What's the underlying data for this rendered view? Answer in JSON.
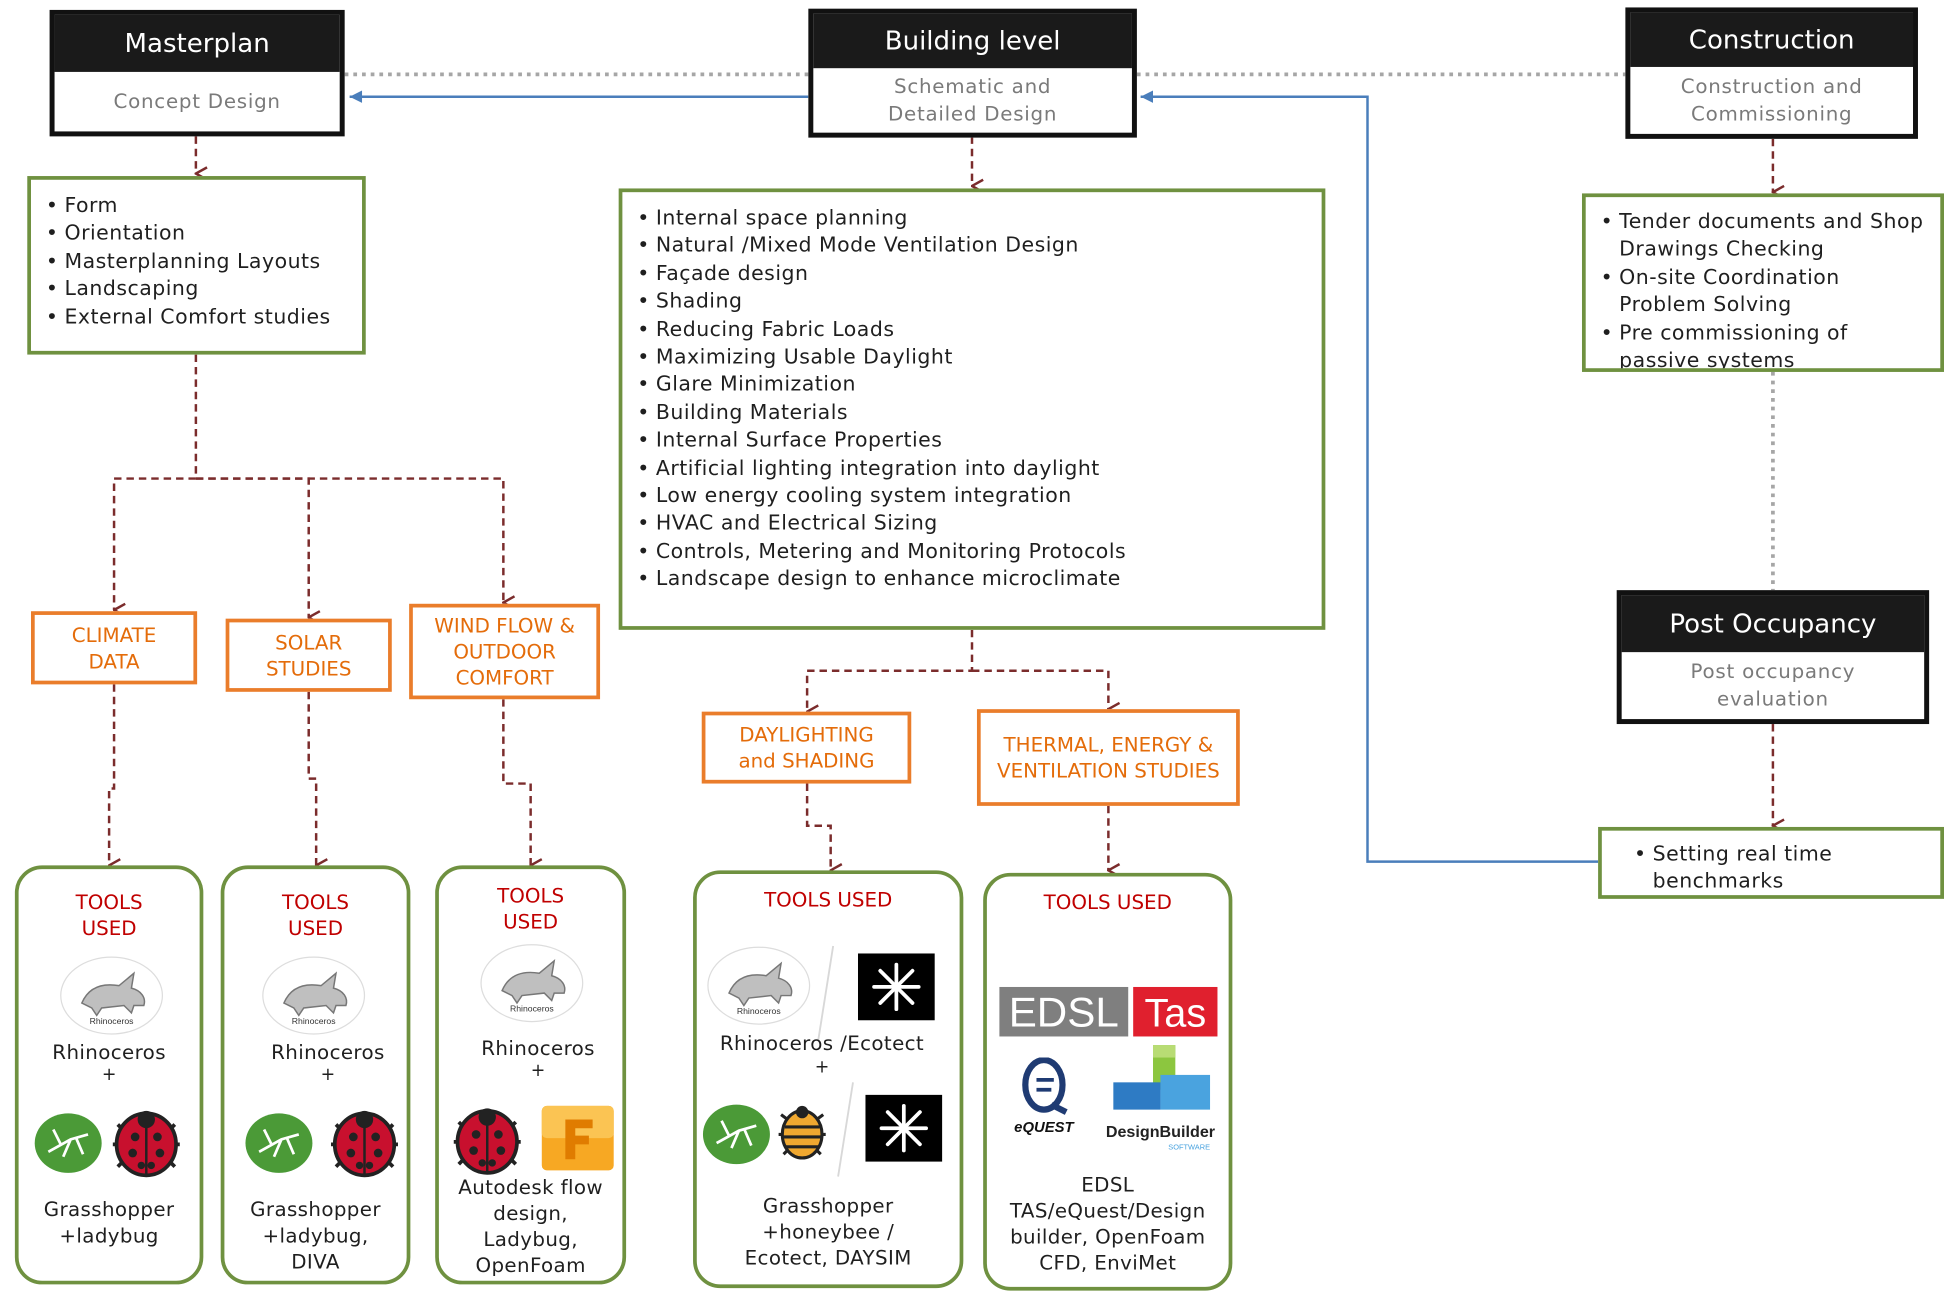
{
  "stages": {
    "masterplan": {
      "title": "Masterplan",
      "sub": "Concept Design"
    },
    "building": {
      "title": "Building level",
      "sub": "Schematic and Detailed Design"
    },
    "construction": {
      "title": "Construction",
      "sub": "Construction and Commissioning"
    },
    "post": {
      "title": "Post Occupancy",
      "sub": "Post occupancy evaluation"
    }
  },
  "lists": {
    "masterplan": [
      "Form",
      "Orientation",
      "Masterplanning Layouts",
      "Landscaping",
      "External Comfort studies"
    ],
    "building": [
      "Internal space planning",
      "Natural /Mixed Mode Ventilation Design",
      "Façade design",
      "Shading",
      "Reducing Fabric Loads",
      "Maximizing Usable Daylight",
      "Glare Minimization",
      "Building Materials",
      "Internal Surface Properties",
      "Artificial lighting integration into daylight",
      "Low energy cooling system integration",
      "HVAC and Electrical Sizing",
      "Controls, Metering and Monitoring Protocols",
      "Landscape design to enhance microclimate"
    ],
    "construction": [
      "Tender documents and Shop Drawings Checking",
      "On-site Coordination Problem Solving",
      "Pre commissioning of passive systems"
    ],
    "post": [
      "Setting real time benchmarks"
    ]
  },
  "studies": {
    "climate": "CLIMATE DATA",
    "solar": "SOLAR STUDIES",
    "wind": "WIND FLOW & OUTDOOR COMFORT",
    "daylight": "DAYLIGHTING and SHADING",
    "thermal": "THERMAL, ENERGY & VENTILATION STUDIES"
  },
  "tools": {
    "heading_two_line": "TOOLS USED",
    "heading_one_line": "TOOLS USED",
    "plus": "+",
    "rhino_label": "Rhinoceros",
    "rhino_logo_text": "Rhinoceros",
    "t1_text": "Grasshopper +ladybug",
    "t2_text": "Grasshopper +ladybug, DIVA",
    "t3_text": "Autodesk flow design, Ladybug, OpenFoam",
    "t4_top": "Rhinoceros /Ecotect",
    "t4_text": "Grasshopper +honeybee / Ecotect, DAYSIM",
    "t5_text": "EDSL TAS/eQuest/Design builder, OpenFoam CFD, EnviMet",
    "edsl_logo": "EDSL",
    "tas_logo": "Tas",
    "equest_logo": "eQUEST",
    "designbuilder_logo": "DesignBuilder",
    "designbuilder_sub": "SOFTWARE"
  },
  "colors": {
    "green_border": "#6f9140",
    "orange_border": "#ea7d2b",
    "orange_text": "#e46c0a",
    "red_text": "#c00000",
    "dashed_arrow": "#7b2c2c",
    "blue_arrow": "#4a7ebb"
  }
}
